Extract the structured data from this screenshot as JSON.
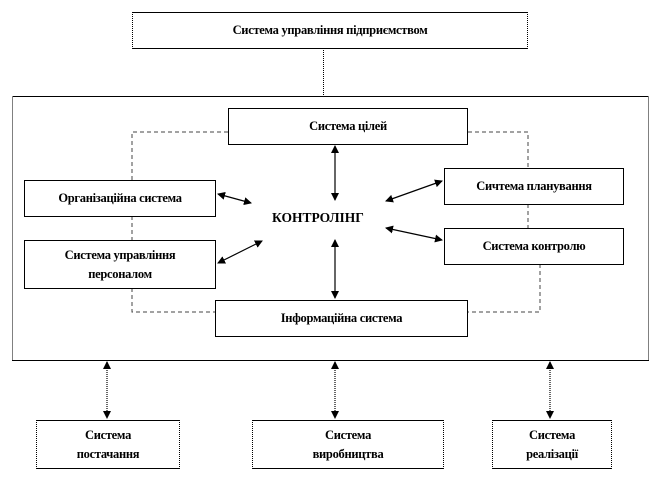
{
  "top": {
    "label": "Система управління підприємством"
  },
  "center": {
    "label": "КОНТРОЛІНГ"
  },
  "inner": {
    "goals": "Система цілей",
    "organization": "Організаційна система",
    "personnel_line1": "Система управління",
    "personnel_line2": "персоналом",
    "planning": "Сичтема планування",
    "control": "Система контролю",
    "information": "Інформаційна система"
  },
  "bottom": {
    "supply_line1": "Система",
    "supply_line2": "постачання",
    "production_line1": "Система",
    "production_line2": "виробництва",
    "sales_line1": "Система",
    "sales_line2": "реалізації"
  }
}
